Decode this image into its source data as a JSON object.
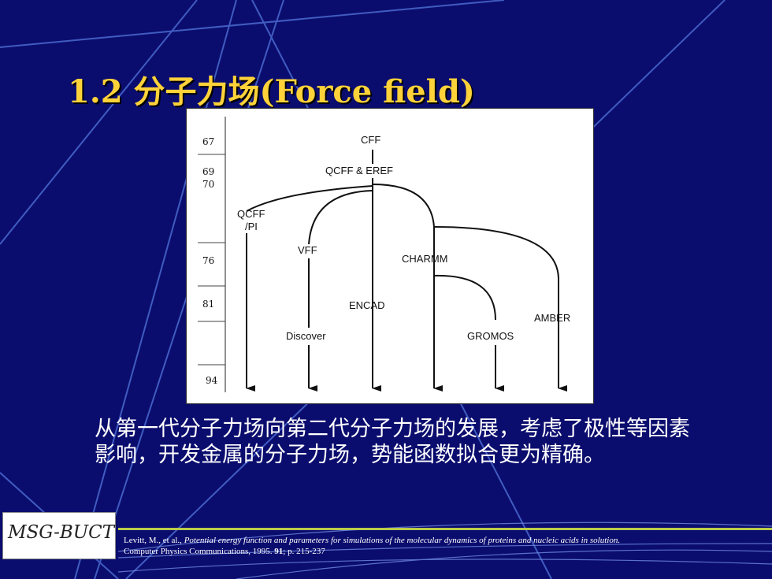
{
  "slide": {
    "title": "1.2 分子力场(Force field)",
    "body_text": "从第一代分子力场向第二代分子力场的发展，考虑了极性等因素影响，开发金属的分子力场，势能函数拟合更为精确。",
    "colors": {
      "background": "#0b0d6e",
      "title": "#ffd23a",
      "footer_rule": "#b9c94a"
    }
  },
  "diagram": {
    "years": [
      "67",
      "69",
      "70",
      "76",
      "81",
      "94"
    ],
    "nodes": {
      "cff": "CFF",
      "qcff_eref": "QCFF & EREF",
      "qcff": "QCFF",
      "pi": "/PI",
      "vff": "VFF",
      "charmm": "CHARMM",
      "encad": "ENCAD",
      "amber": "AMBER",
      "discover": "Discover",
      "gromos": "GROMOS"
    }
  },
  "logo": {
    "text": "MSG-BUCT"
  },
  "citation": {
    "authors": "Levitt, M., et al.,",
    "title": "Potential energy function and parameters for simulations of the molecular dynamics of proteins and nucleic acids in solution.",
    "journal": "Computer Physics Communications,",
    "year": "1995.",
    "volume": "91",
    "pages": "; p. 215-237"
  }
}
